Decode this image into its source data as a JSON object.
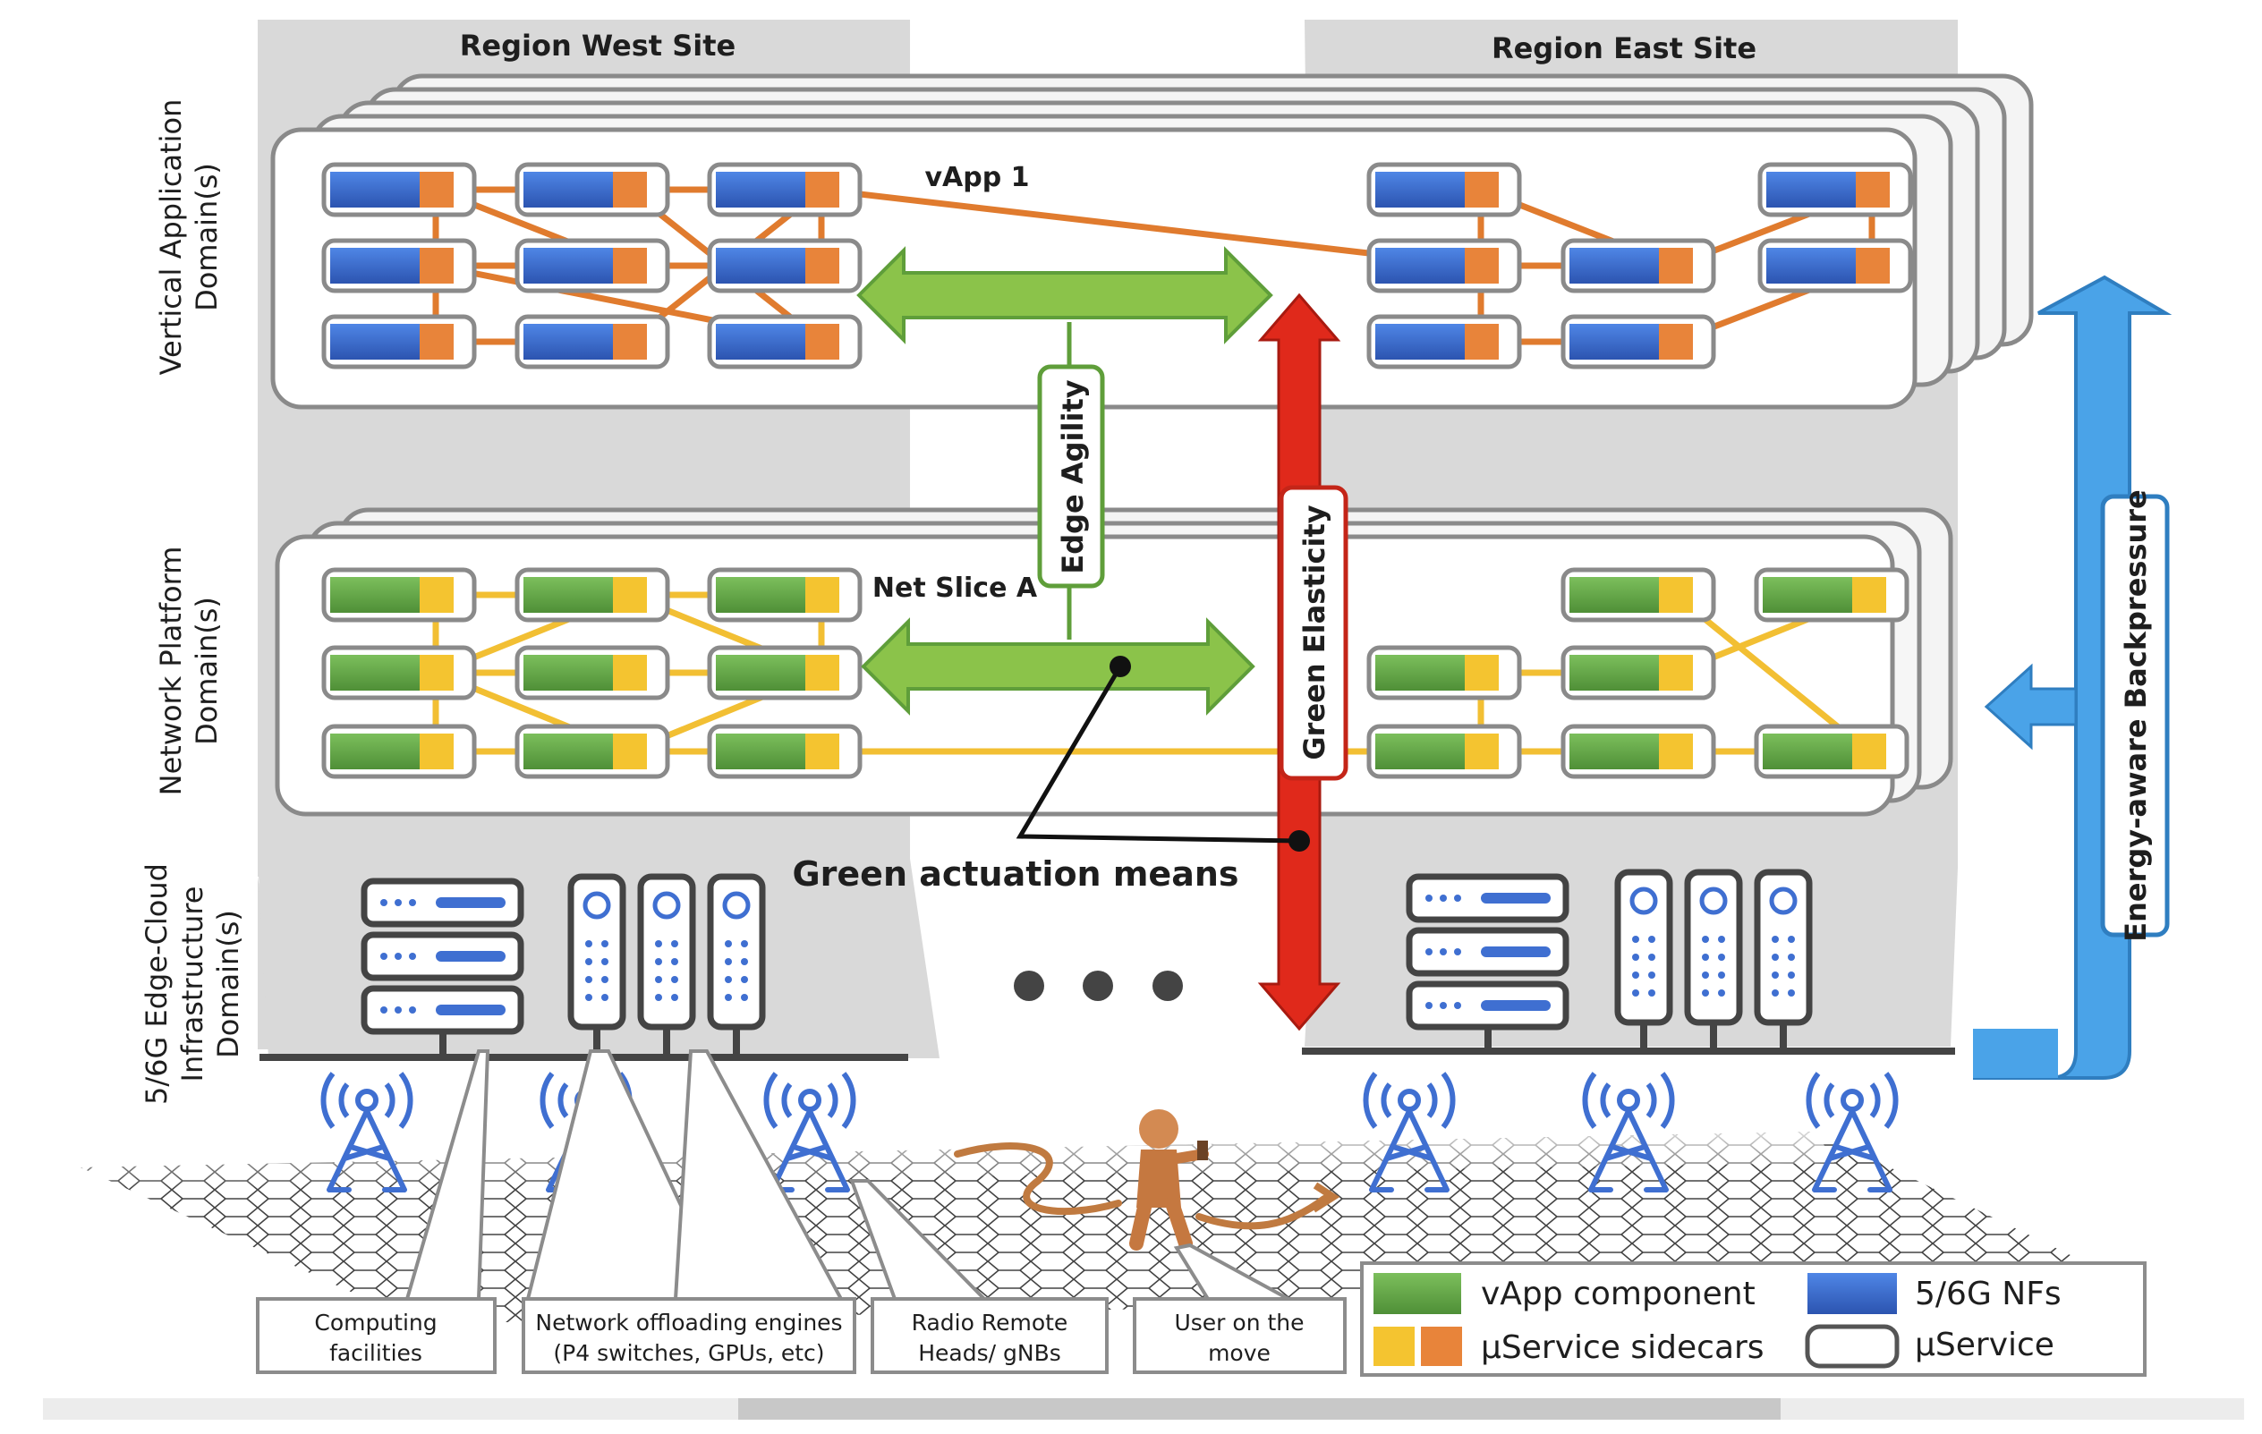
{
  "sites": {
    "west": "Region West Site",
    "east": "Region East Site"
  },
  "domains": {
    "vertical_line1": "Vertical Application",
    "vertical_line2": "Domain(s)",
    "network_line1": "Network Platform",
    "network_line2": "Domain(s)",
    "infra_line1": "5/6G Edge-Cloud",
    "infra_line2": "Infrastructure",
    "infra_line3": "Domain(s)"
  },
  "labels": {
    "vapp": "vApp 1",
    "netslice": "Net Slice A",
    "edge_agility": "Edge Agility",
    "green_elasticity": "Green Elasticity",
    "energy_backpressure": "Energy-aware Backpressure",
    "green_actuation": "Green actuation means"
  },
  "callouts": {
    "computing_line1": "Computing",
    "computing_line2": "facilities",
    "offload_line1": "Network offloading engines",
    "offload_line2": "(P4 switches, GPUs, etc)",
    "radio_line1": "Radio Remote",
    "radio_line2": "Heads/ gNBs",
    "user_line1": "User on the",
    "user_line2": "move"
  },
  "legend": {
    "vapp_component": "vApp component",
    "sidecars": "μService sidecars",
    "nfs": "5/6G NFs",
    "microservice": "μService"
  },
  "colors": {
    "nf_blue": "#3f6fd1",
    "vapp_green": "#6aa84f",
    "sidecar_orange": "#e8843a",
    "sidecar_yellow": "#f4c430",
    "agility_green": "#8bc34a",
    "elasticity_red": "#e0291b",
    "backpressure_blue": "#4aa3e8",
    "site_gray": "#d9d9d9"
  }
}
